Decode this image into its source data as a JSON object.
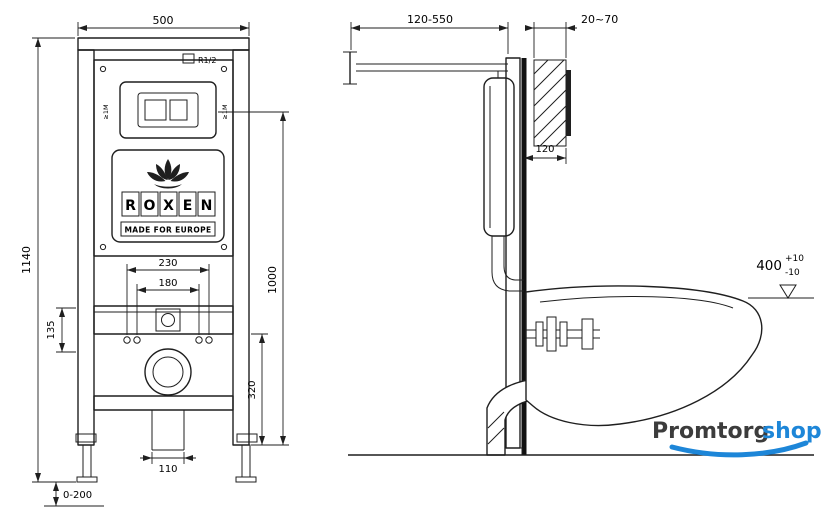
{
  "drawing": {
    "background": "#ffffff",
    "line_color": "#1f1f1f",
    "wall_color": "#111111"
  },
  "front_view": {
    "dim_width": "500",
    "dim_total_height": "1140",
    "dim_plate_center_height": "1000",
    "inlet_thread_label": "R1/2",
    "plate_side_label_left": "≥1M",
    "plate_side_label_right": "≥1M",
    "dim_fixing_outer": "230",
    "dim_fixing_inner": "180",
    "dim_bracket": "135",
    "dim_outlet_height": "320",
    "dim_outlet_width": "110",
    "dim_feet_adjust": "0-200",
    "logo_letters": [
      "R",
      "O",
      "X",
      "E",
      "N"
    ],
    "logo_subtitle": "MADE FOR EUROPE"
  },
  "side_view": {
    "dim_supply_range": "120-550",
    "dim_finish_depth": "20~70",
    "dim_frame_depth": "120",
    "dim_bowl_height": "400",
    "dim_bowl_height_tol_up": "+10",
    "dim_bowl_height_tol_down": "-10"
  },
  "watermark": {
    "text_primary": "Promtorg",
    "text_secondary": "shop",
    "color_primary": "#3c3c3c",
    "color_secondary": "#1d86d8"
  },
  "icons": {
    "logo_flower": "lotus-flower-icon",
    "height_datum": "level-datum-triangle-icon",
    "brand_underline": "brand-swoosh-icon"
  }
}
